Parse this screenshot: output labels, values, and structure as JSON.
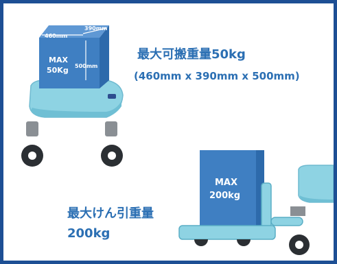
{
  "robot1": {
    "box_w": "460mm",
    "box_d": "390mm",
    "box_h": "500mm",
    "max_label": "MAX",
    "max_value": "50Kg",
    "spec_title": "最大可搬重量50kg",
    "spec_dims": "(460mm x 390mm x 500mm)"
  },
  "robot2": {
    "max_label": "MAX",
    "max_value": "200kg",
    "spec_title": "最大けん引重量",
    "spec_value": "200kg"
  },
  "colors": {
    "border": "#1d4f94",
    "box_front": "#3f7fc2",
    "box_top": "#5f98d4",
    "box_side": "#2d6aab",
    "body_teal": "#8ed3e3",
    "wheel": "#2b2f33",
    "text_blue": "#2b6fb3"
  }
}
